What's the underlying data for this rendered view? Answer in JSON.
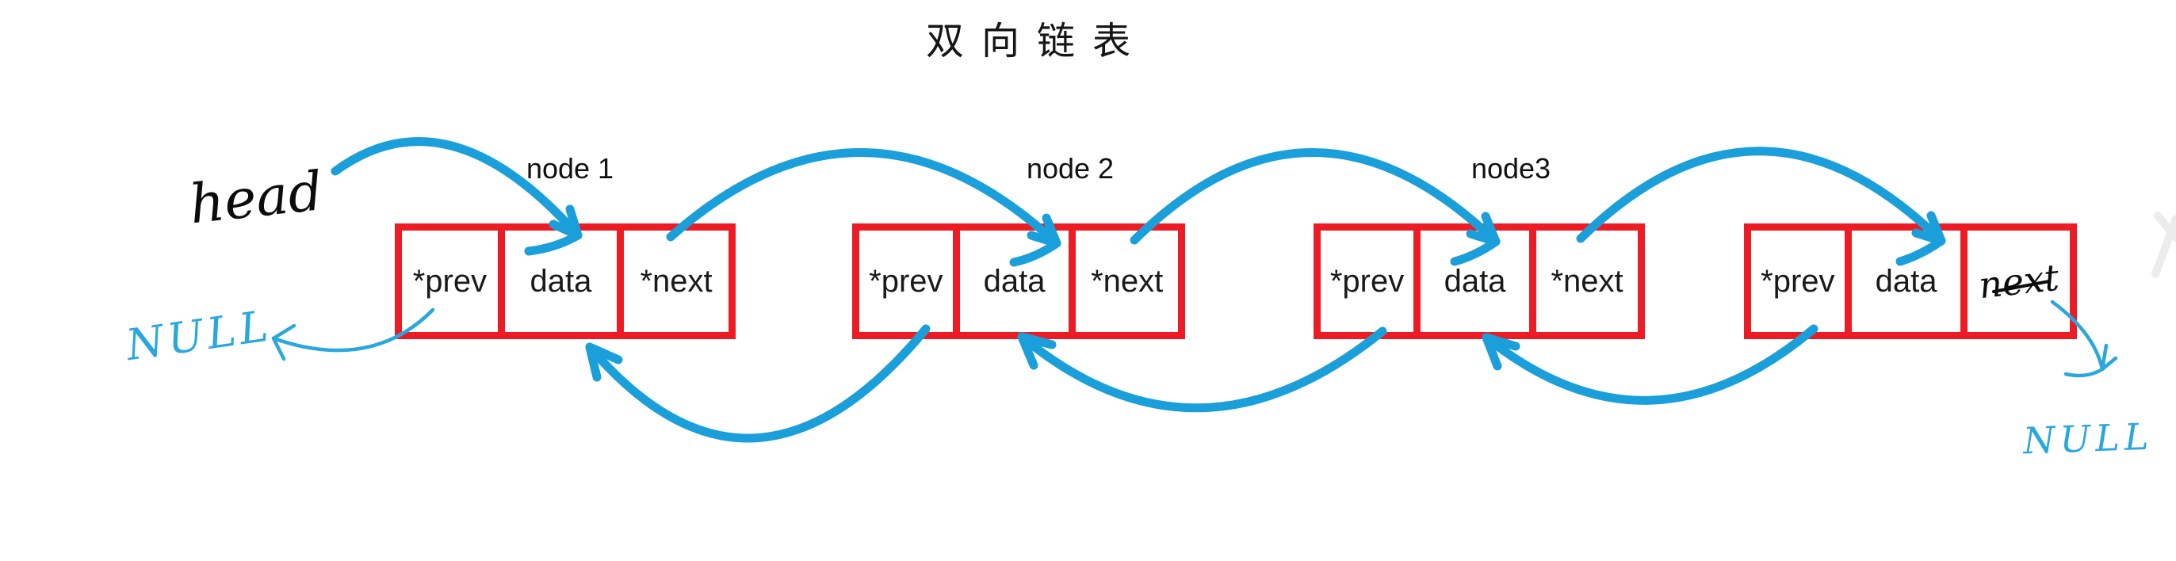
{
  "title": "双向链表",
  "handwriting": {
    "head_label": "head",
    "null_left": "NULL",
    "null_right": "NULL"
  },
  "nodes": [
    {
      "label": "node 1",
      "cells": [
        "*prev",
        "data",
        "*next"
      ]
    },
    {
      "label": "node 2",
      "cells": [
        "*prev",
        "data",
        "*next"
      ]
    },
    {
      "label": "node3",
      "cells": [
        "*prev",
        "data",
        "*next"
      ]
    },
    {
      "label": "",
      "cells": [
        "*prev",
        "data",
        "next"
      ],
      "third_cell_style": "handwritten"
    }
  ],
  "arrows": [
    {
      "from": "head",
      "to": "node1.data.top",
      "direction": "forward",
      "stroke": "thick-blue"
    },
    {
      "from": "node1.next",
      "to": "node2.data.top",
      "direction": "forward",
      "stroke": "thick-blue"
    },
    {
      "from": "node2.next",
      "to": "node3.data.top",
      "direction": "forward",
      "stroke": "thick-blue"
    },
    {
      "from": "node3.next",
      "to": "node4.data.top",
      "direction": "forward",
      "stroke": "thick-blue"
    },
    {
      "from": "node2.prev",
      "to": "node1.data.bottom",
      "direction": "backward",
      "stroke": "thick-blue"
    },
    {
      "from": "node3.prev",
      "to": "node2.data.bottom",
      "direction": "backward",
      "stroke": "thick-blue"
    },
    {
      "from": "node4.prev",
      "to": "node3.data.bottom",
      "direction": "backward",
      "stroke": "thick-blue"
    },
    {
      "from": "node1.prev",
      "to": "NULL(left)",
      "direction": "null-pointer",
      "stroke": "thin-blue"
    },
    {
      "from": "node4.next",
      "to": "NULL(right)",
      "direction": "null-pointer",
      "stroke": "thin-blue"
    }
  ],
  "icons": {
    "next_page_chevron": "faint-x-chevron"
  },
  "colors": {
    "box_red": "#ed1c24",
    "arrow_blue": "#1a9fdb",
    "ink_black": "#0c0c0c",
    "chevron_gray": "#ececec",
    "background": "#ffffff"
  }
}
